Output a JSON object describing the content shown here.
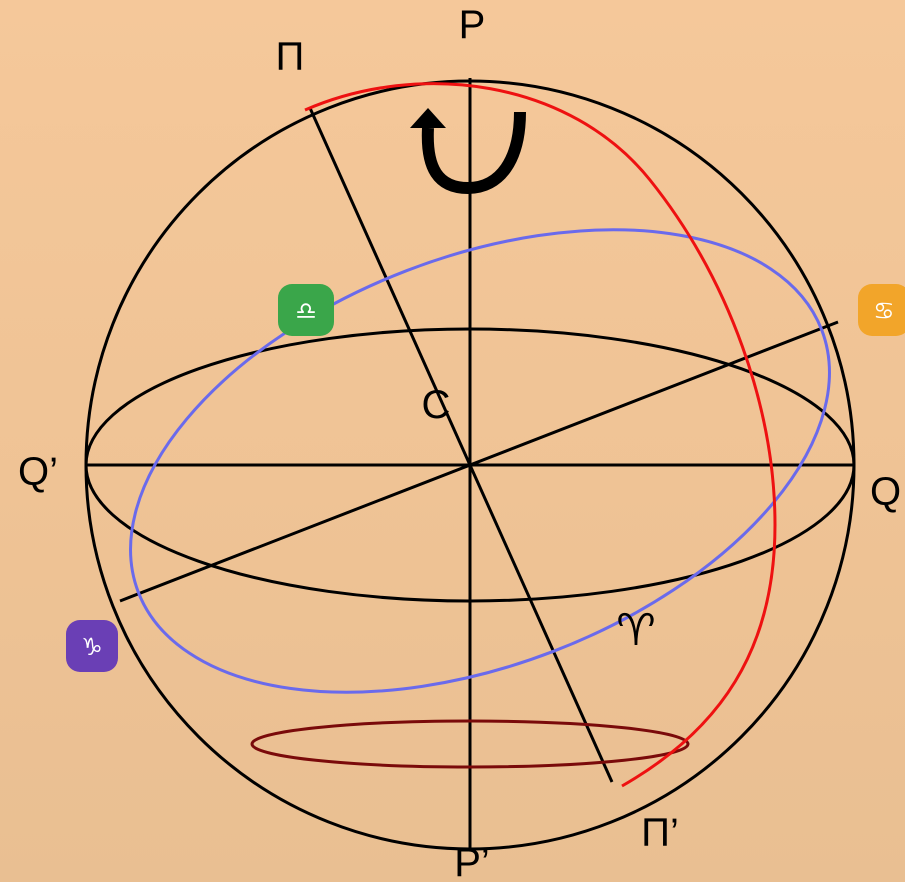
{
  "labels": {
    "P": "P",
    "P_prime": "P’",
    "Q": "Q",
    "Q_prime": "Q’",
    "Pi": "Π",
    "Pi_prime": "Π’",
    "C": "C",
    "aries": "♈︎"
  },
  "zodiac_badges": {
    "libra": {
      "glyph": "♎",
      "color": "#3aa64a",
      "icon": "libra-icon"
    },
    "cancer": {
      "glyph": "♋",
      "color": "#f2a52a",
      "icon": "cancer-icon"
    },
    "capricorn": {
      "glyph": "♑",
      "color": "#6a3fb5",
      "icon": "capricorn-icon"
    }
  },
  "colors": {
    "background": "#f2c597",
    "sphere_lines": "#000000",
    "ecliptic": "#6a6aec",
    "meridian_arc": "#ee1111",
    "polar_circle": "#7a0a0a"
  },
  "rotation_arrow_icon": "rotation-arrow-icon"
}
